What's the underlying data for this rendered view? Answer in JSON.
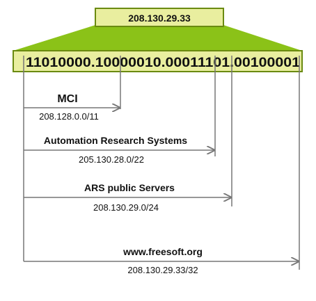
{
  "header": {
    "ip_address": "208.130.29.33",
    "binary_address": "11010000.10000010.00011101.00100001"
  },
  "routes": [
    {
      "name": "MCI",
      "prefix": "208.128.0.0/11"
    },
    {
      "name": "Automation Research Systems",
      "prefix": "205.130.28.0/22"
    },
    {
      "name": "ARS public Servers",
      "prefix": "208.130.29.0/24"
    },
    {
      "name": "www.freesoft.org",
      "prefix": "208.130.29.33/32"
    }
  ],
  "colors": {
    "box_fill": "#e9ee9f",
    "box_border": "#6a8a10",
    "funnel_fill": "#8bc218",
    "line_color": "#777777"
  }
}
